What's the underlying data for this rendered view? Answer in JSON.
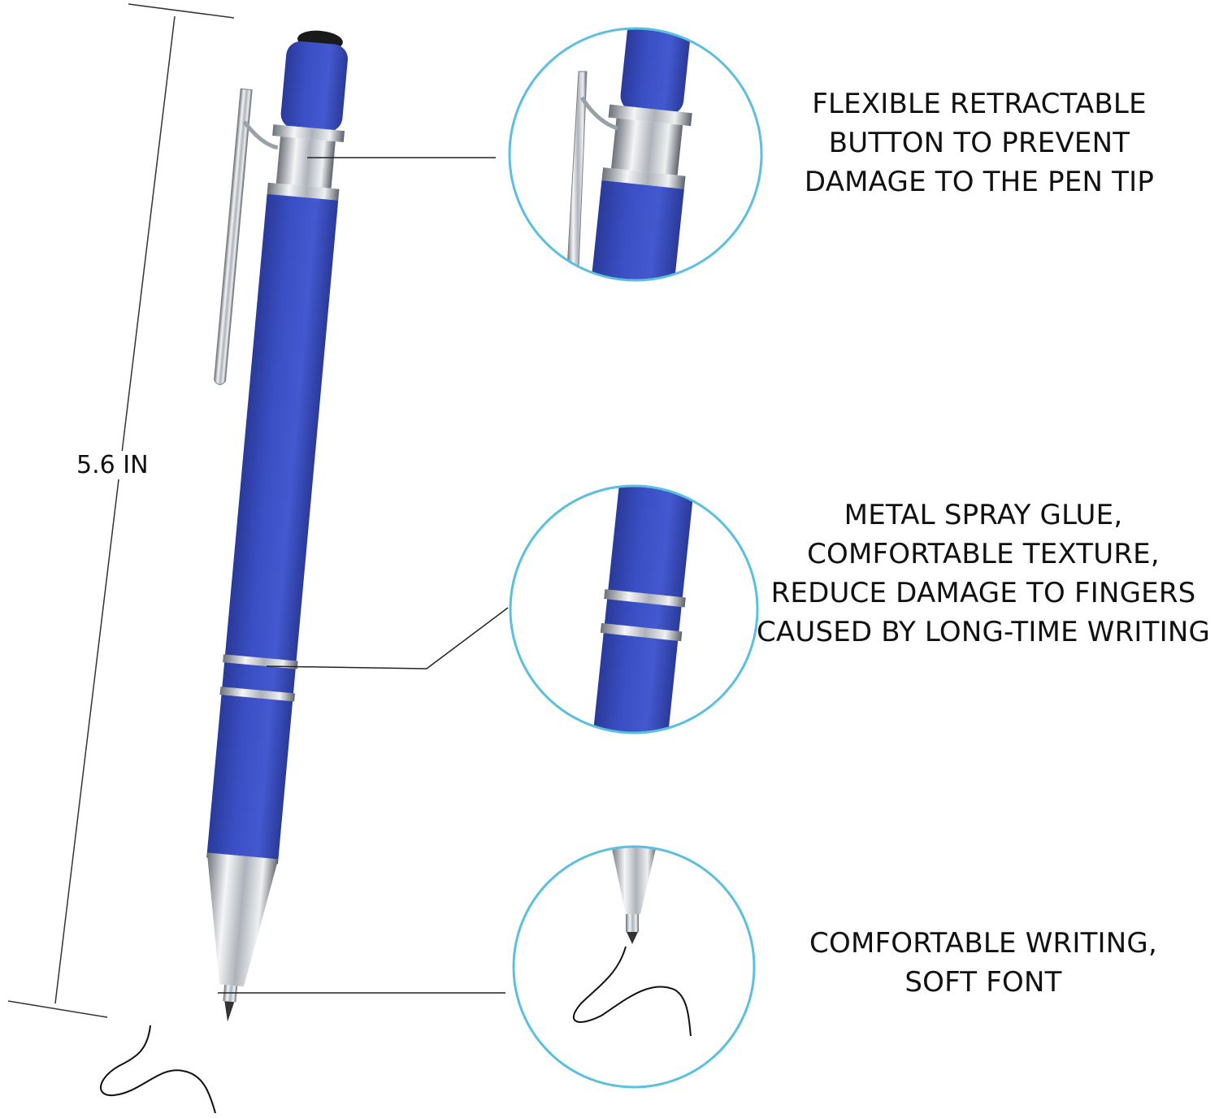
{
  "dimension": {
    "label": "5.6 IN"
  },
  "features": [
    {
      "lines": [
        "FLEXIBLE RETRACTABLE",
        "BUTTON TO PREVENT",
        "DAMAGE TO THE PEN TIP"
      ]
    },
    {
      "lines": [
        "METAL SPRAY GLUE,",
        "COMFORTABLE TEXTURE,",
        "REDUCE DAMAGE TO FINGERS",
        "CAUSED BY LONG-TIME WRITING"
      ]
    },
    {
      "lines": [
        "COMFORTABLE WRITING,",
        "SOFT FONT"
      ]
    }
  ],
  "colors": {
    "pen_body": "#3a4fc4",
    "pen_body_dark": "#2a3a9a",
    "chrome": "#c9cdd4",
    "circle_outline": "#5bbfe0",
    "leader_line": "#222222"
  }
}
